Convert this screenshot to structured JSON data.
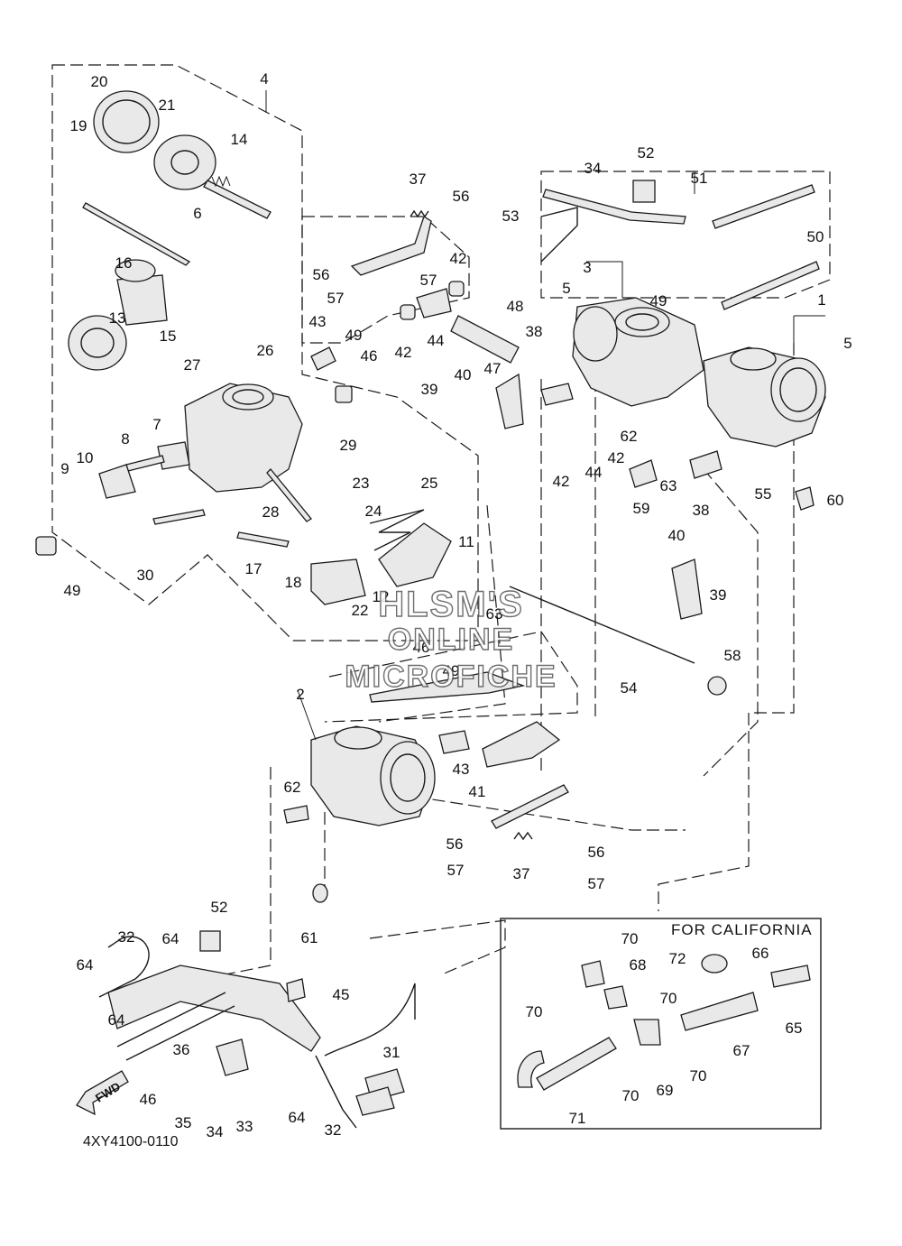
{
  "diagram": {
    "document_code": "4XY4100-0110",
    "california_box_label": "FOR CALIFORNIA",
    "direction_label": "FWD",
    "watermark": [
      "HLSM'S",
      "ONLINE",
      "MICROFICHE"
    ],
    "callouts": [
      {
        "id": "c20",
        "label": "20"
      },
      {
        "id": "c21",
        "label": "21"
      },
      {
        "id": "c19",
        "label": "19"
      },
      {
        "id": "c4",
        "label": "4"
      },
      {
        "id": "c14",
        "label": "14"
      },
      {
        "id": "c6",
        "label": "6"
      },
      {
        "id": "c16",
        "label": "16"
      },
      {
        "id": "c13",
        "label": "13"
      },
      {
        "id": "c15",
        "label": "15"
      },
      {
        "id": "c27",
        "label": "27"
      },
      {
        "id": "c26",
        "label": "26"
      },
      {
        "id": "c7",
        "label": "7"
      },
      {
        "id": "c8",
        "label": "8"
      },
      {
        "id": "c9",
        "label": "9"
      },
      {
        "id": "c10",
        "label": "10"
      },
      {
        "id": "c49a",
        "label": "49"
      },
      {
        "id": "c30",
        "label": "30"
      },
      {
        "id": "c17",
        "label": "17"
      },
      {
        "id": "c18",
        "label": "18"
      },
      {
        "id": "c22",
        "label": "22"
      },
      {
        "id": "c28",
        "label": "28"
      },
      {
        "id": "c23",
        "label": "23"
      },
      {
        "id": "c24",
        "label": "24"
      },
      {
        "id": "c29",
        "label": "29"
      },
      {
        "id": "c25",
        "label": "25"
      },
      {
        "id": "c11",
        "label": "11"
      },
      {
        "id": "c12",
        "label": "12"
      },
      {
        "id": "c37a",
        "label": "37"
      },
      {
        "id": "c56a",
        "label": "56"
      },
      {
        "id": "c56b",
        "label": "56"
      },
      {
        "id": "c57a",
        "label": "57"
      },
      {
        "id": "c57b",
        "label": "57"
      },
      {
        "id": "c43a",
        "label": "43"
      },
      {
        "id": "c49b",
        "label": "49"
      },
      {
        "id": "c46a",
        "label": "46"
      },
      {
        "id": "c42a",
        "label": "42"
      },
      {
        "id": "c42b",
        "label": "42"
      },
      {
        "id": "c44a",
        "label": "44"
      },
      {
        "id": "c48",
        "label": "48"
      },
      {
        "id": "c47",
        "label": "47"
      },
      {
        "id": "c38a",
        "label": "38"
      },
      {
        "id": "c40a",
        "label": "40"
      },
      {
        "id": "c39a",
        "label": "39"
      },
      {
        "id": "c34a",
        "label": "34"
      },
      {
        "id": "c52a",
        "label": "52"
      },
      {
        "id": "c53",
        "label": "53"
      },
      {
        "id": "c51",
        "label": "51"
      },
      {
        "id": "c50",
        "label": "50"
      },
      {
        "id": "c3",
        "label": "3"
      },
      {
        "id": "c5a",
        "label": "5"
      },
      {
        "id": "c49c",
        "label": "49"
      },
      {
        "id": "c1",
        "label": "1"
      },
      {
        "id": "c5b",
        "label": "5"
      },
      {
        "id": "c62a",
        "label": "62"
      },
      {
        "id": "c42c",
        "label": "42"
      },
      {
        "id": "c44b",
        "label": "44"
      },
      {
        "id": "c42d",
        "label": "42"
      },
      {
        "id": "c63a",
        "label": "63"
      },
      {
        "id": "c59",
        "label": "59"
      },
      {
        "id": "c38b",
        "label": "38"
      },
      {
        "id": "c55",
        "label": "55"
      },
      {
        "id": "c60",
        "label": "60"
      },
      {
        "id": "c40b",
        "label": "40"
      },
      {
        "id": "c39b",
        "label": "39"
      },
      {
        "id": "c63b",
        "label": "63"
      },
      {
        "id": "c46b",
        "label": "46"
      },
      {
        "id": "c49d",
        "label": "49"
      },
      {
        "id": "c58",
        "label": "58"
      },
      {
        "id": "c54",
        "label": "54"
      },
      {
        "id": "c2",
        "label": "2"
      },
      {
        "id": "c43b",
        "label": "43"
      },
      {
        "id": "c41",
        "label": "41"
      },
      {
        "id": "c62b",
        "label": "62"
      },
      {
        "id": "c56c",
        "label": "56"
      },
      {
        "id": "c57c",
        "label": "57"
      },
      {
        "id": "c37b",
        "label": "37"
      },
      {
        "id": "c56d",
        "label": "56"
      },
      {
        "id": "c57d",
        "label": "57"
      },
      {
        "id": "c61",
        "label": "61"
      },
      {
        "id": "c52b",
        "label": "52"
      },
      {
        "id": "c32a",
        "label": "32"
      },
      {
        "id": "c64a",
        "label": "64"
      },
      {
        "id": "c64b",
        "label": "64"
      },
      {
        "id": "c64c",
        "label": "64"
      },
      {
        "id": "c45",
        "label": "45"
      },
      {
        "id": "c36",
        "label": "36"
      },
      {
        "id": "c35",
        "label": "35"
      },
      {
        "id": "c34b",
        "label": "34"
      },
      {
        "id": "c33",
        "label": "33"
      },
      {
        "id": "c64d",
        "label": "64"
      },
      {
        "id": "c32b",
        "label": "32"
      },
      {
        "id": "c31",
        "label": "31"
      },
      {
        "id": "c46c",
        "label": "46"
      },
      {
        "id": "c70a",
        "label": "70"
      },
      {
        "id": "c68",
        "label": "68"
      },
      {
        "id": "c72",
        "label": "72"
      },
      {
        "id": "c66",
        "label": "66"
      },
      {
        "id": "c65",
        "label": "65"
      },
      {
        "id": "c70b",
        "label": "70"
      },
      {
        "id": "c70c",
        "label": "70"
      },
      {
        "id": "c67",
        "label": "67"
      },
      {
        "id": "c70d",
        "label": "70"
      },
      {
        "id": "c69",
        "label": "69"
      },
      {
        "id": "c70e",
        "label": "70"
      },
      {
        "id": "c71",
        "label": "71"
      }
    ]
  }
}
